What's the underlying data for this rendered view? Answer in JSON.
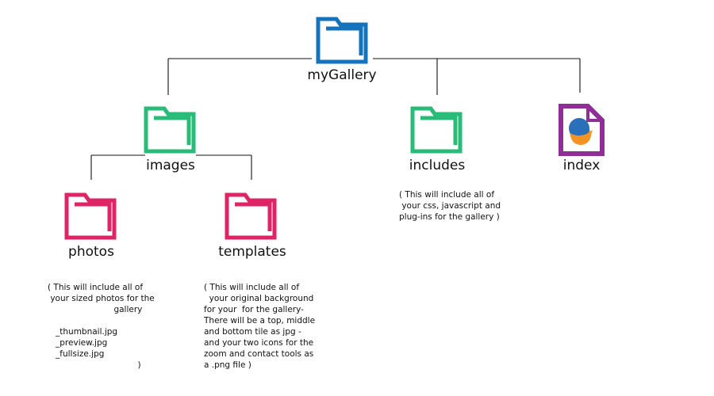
{
  "colors": {
    "root": "#1473bd",
    "level2": "#29bb78",
    "level3": "#df2466",
    "file_frame": "#8f2e97",
    "file_blue": "#2a6fba",
    "file_orange": "#f39324",
    "line": "#111111"
  },
  "nodes": {
    "root": {
      "label": "myGallery",
      "icon": "folder-icon"
    },
    "images": {
      "label": "images",
      "icon": "folder-icon"
    },
    "includes": {
      "label": "includes",
      "icon": "folder-icon"
    },
    "index": {
      "label": "index",
      "icon": "html-file-icon"
    },
    "photos": {
      "label": "photos",
      "icon": "folder-icon"
    },
    "templates": {
      "label": "templates",
      "icon": "folder-icon"
    }
  },
  "notes": {
    "includes": "( This will include all of\n your css, javascript and\nplug-ins for the gallery )",
    "photos": "( This will include all of\n your sized photos for the\n                         gallery\n\n   _thumbnail.jpg\n   _preview.jpg\n   _fullsize.jpg\n                                  )",
    "templates": "( This will include all of\n  your original background\nfor your  for the gallery-\nThere will be a top, middle\nand bottom tile as jpg -\nand your two icons for the\nzoom and contact tools as\na .png file )"
  }
}
